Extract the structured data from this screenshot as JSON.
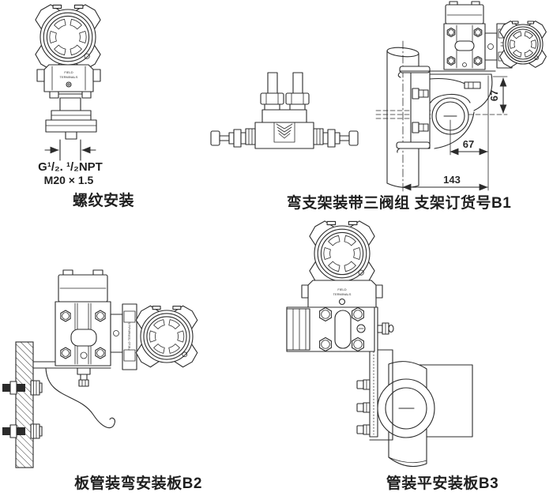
{
  "colors": {
    "line": "#2b2b2b",
    "text": "#1f1f1f",
    "background": "#ffffff"
  },
  "figures": {
    "threaded": {
      "caption": "螺纹安装",
      "spec_line1": "G¹/₂. ¹/₂NPT",
      "spec_line2": "M20 × 1.5",
      "label_line1": "FIELD",
      "label_line2": "TERMINALS"
    },
    "b1": {
      "caption": "弯支架装带三阀组  支架订货号B1",
      "dim_side": "67",
      "dim_width": "67",
      "dim_total": "143"
    },
    "b2": {
      "caption": "板管装弯安装板B2",
      "label": "FIELD TERMINALS"
    },
    "b3": {
      "caption": "管装平安装板B3",
      "label_line1": "FIELD",
      "label_line2": "TERMINALS"
    }
  }
}
